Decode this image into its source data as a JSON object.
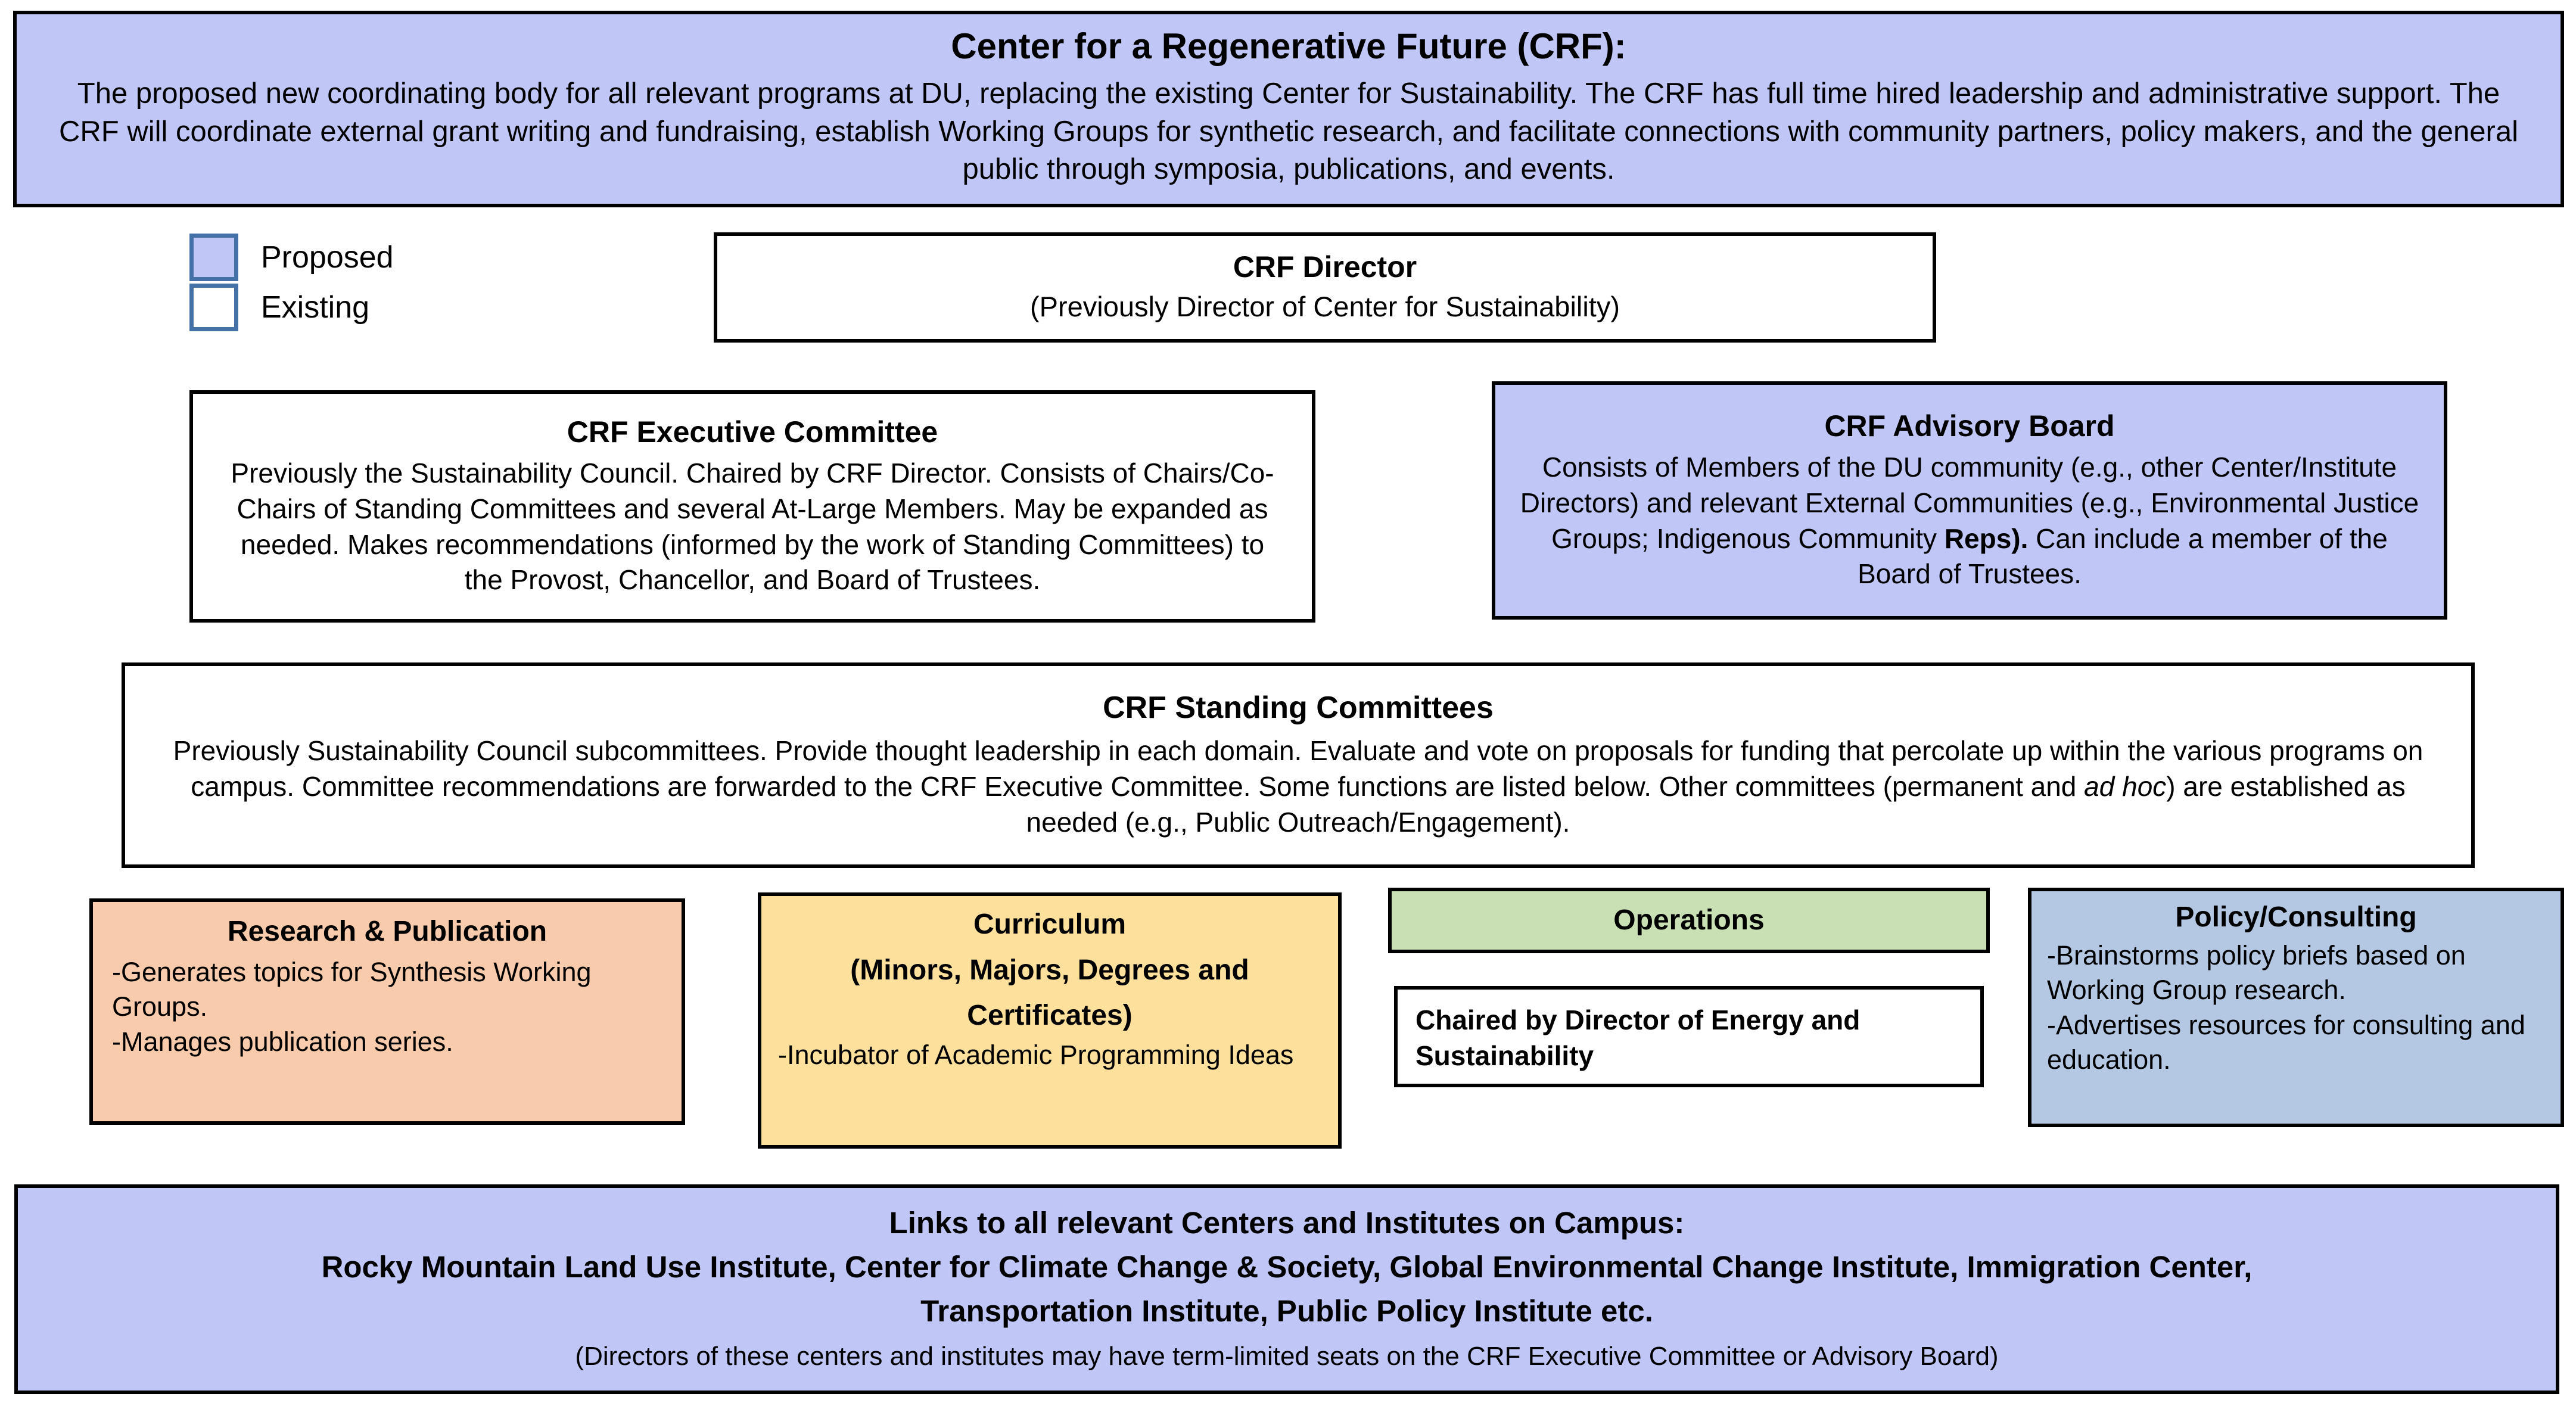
{
  "diagram": {
    "colors": {
      "proposed_fill": "#C0C6F5",
      "existing_fill": "#FFFFFF",
      "research_fill": "#F7CBAC",
      "curriculum_fill": "#FCE09B",
      "operations_fill": "#C9E0B4",
      "policy_fill": "#B4C7E3",
      "border": "#000000",
      "legend_swatch_border": "#4472A8"
    },
    "crf_banner": {
      "title": "Center for a Regenerative Future (CRF):",
      "body": "The proposed new coordinating body for all relevant programs at DU, replacing the existing Center for Sustainability. The CRF has full time hired leadership and administrative support. The CRF will coordinate external grant writing and fundraising, establish Working Groups for synthetic research, and facilitate connections with community partners, policy makers, and the general public through symposia, publications, and events."
    },
    "legend": {
      "items": [
        {
          "label": "Proposed",
          "swatch": "proposed-swatch"
        },
        {
          "label": "Existing",
          "swatch": "existing-swatch"
        }
      ]
    },
    "crf_director": {
      "title": "CRF Director",
      "subtitle": "(Previously Director of Center for Sustainability)"
    },
    "exec_committee": {
      "title": "CRF Executive Committee",
      "body": "Previously the Sustainability Council.  Chaired by CRF Director. Consists of Chairs/Co-Chairs of Standing Committees and several At-Large Members. May be expanded as needed.  Makes recommendations (informed by the work of Standing Committees) to the Provost, Chancellor, and Board of Trustees."
    },
    "advisory_board": {
      "title": "CRF Advisory Board",
      "body_part1": "Consists of Members of the DU community (e.g., other Center/Institute Directors) and relevant External Communities (e.g., Environmental Justice Groups; Indigenous Community ",
      "body_bold": "Reps).",
      "body_part2": " Can include a member of the Board of Trustees."
    },
    "standing_committees": {
      "title": "CRF Standing Committees",
      "body_part1": "Previously Sustainability Council subcommittees.  Provide thought leadership in each domain. Evaluate and vote on proposals for funding that percolate up within the various programs on campus. Committee recommendations are forwarded to the CRF Executive Committee. Some functions are listed below. Other committees (permanent and ",
      "body_italic": "ad hoc",
      "body_part2": ") are established as needed (e.g., Public Outreach/Engagement)."
    },
    "committees": [
      {
        "name": "research-publication",
        "title": "Research & Publication",
        "bullets": [
          "-Generates topics for Synthesis Working Groups.",
          "-Manages publication series."
        ]
      },
      {
        "name": "curriculum",
        "title_line1": "Curriculum",
        "title_line2": "(Minors, Majors, Degrees and",
        "title_line3": "Certificates)",
        "bullets": [
          "-Incubator of Academic Programming Ideas"
        ]
      },
      {
        "name": "operations",
        "title": "Operations",
        "sub_box_text": "Chaired by Director of Energy and Sustainability"
      },
      {
        "name": "policy-consulting",
        "title": "Policy/Consulting",
        "bullets": [
          "-Brainstorms policy briefs based on Working Group research.",
          "-Advertises resources for consulting and education."
        ]
      }
    ],
    "links_banner": {
      "line1": "Links to all relevant Centers and Institutes on Campus:",
      "line2": "Rocky Mountain Land Use Institute, Center for Climate Change & Society, Global Environmental Change Institute, Immigration Center,",
      "line3": "Transportation Institute, Public Policy Institute etc.",
      "note": "(Directors of these centers and institutes may have term-limited seats on the CRF Executive Committee or Advisory Board)"
    }
  }
}
